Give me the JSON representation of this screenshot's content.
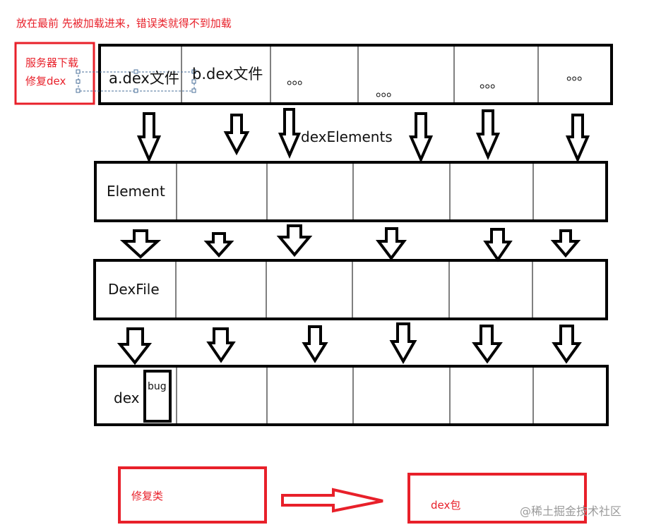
{
  "note": "放在最前 先被加载进来，错误类就得不到加载",
  "server_box": {
    "line1": "服务器下载",
    "line2": "修复dex"
  },
  "dex_elements_row": {
    "cells": [
      "a.dex文件",
      "b.dex文件",
      "。。。",
      "。。。",
      "。。。",
      "。。。"
    ]
  },
  "dex_elements_label": "dexElements",
  "element_row_label": "Element",
  "dexfile_row_label": "DexFile",
  "dex_row": {
    "label": "dex",
    "bug_label": "bug"
  },
  "fix_class_box": "修复类",
  "dex_package_box": "dex包",
  "watermark": "@稀土掘金技术社区",
  "colors": {
    "accent_red": "#e8202a",
    "line": "#000000"
  }
}
